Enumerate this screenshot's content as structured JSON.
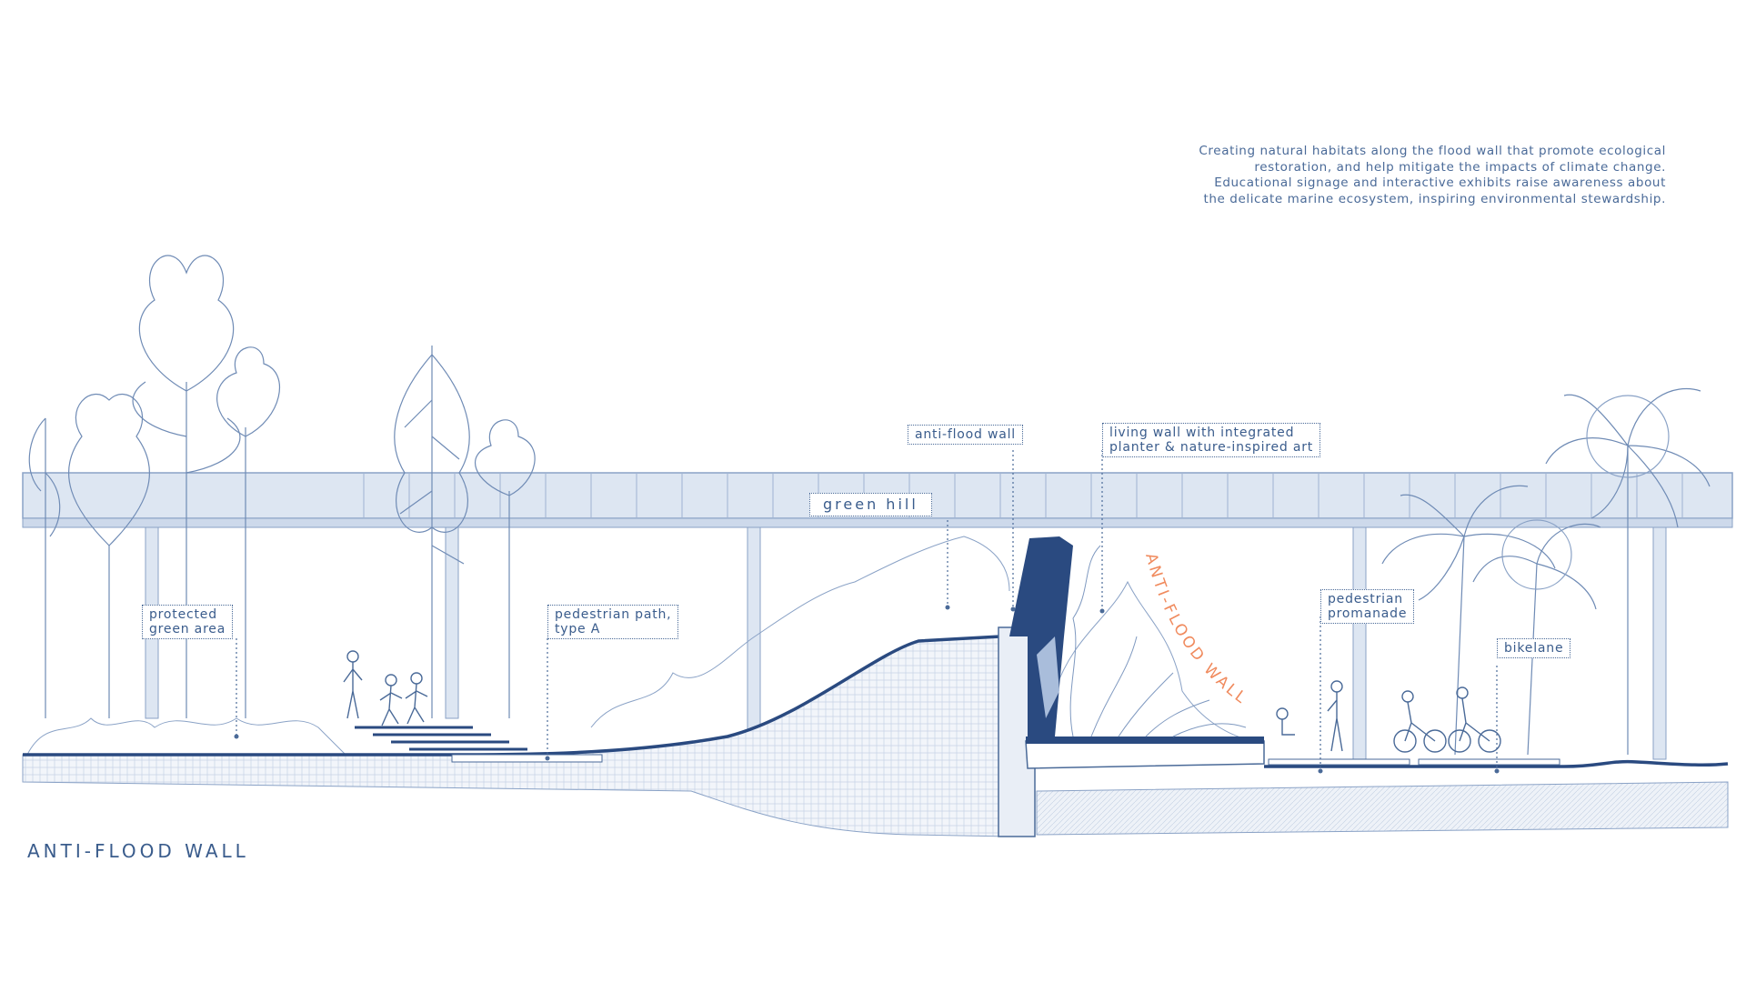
{
  "description": "Creating natural habitats along the flood wall that promote ecological restoration, and help mitigate the impacts of climate change. Educational signage and interactive exhibits raise awareness about the delicate marine ecosystem, inspiring environmental stewardship.",
  "title": "ANTI-FLOOD WALL",
  "labels": {
    "protected_green_area": "protected\ngreen area",
    "pedestrian_path": "pedestrian path,\ntype A",
    "green_hill": "green hill",
    "anti_flood_wall": "anti-flood wall",
    "living_wall": "living wall with integrated\nplanter & nature-inspired art",
    "pedestrian_promenade": "pedestrian\npromanade",
    "bikelane": "bikelane"
  },
  "wall_lettering": "ANTI-FLOOD WALL",
  "colors": {
    "line": "#4a6a98",
    "dark_blue": "#2a4a80",
    "pale_blue": "#dde6f2",
    "accent_orange": "#f08a5d"
  }
}
